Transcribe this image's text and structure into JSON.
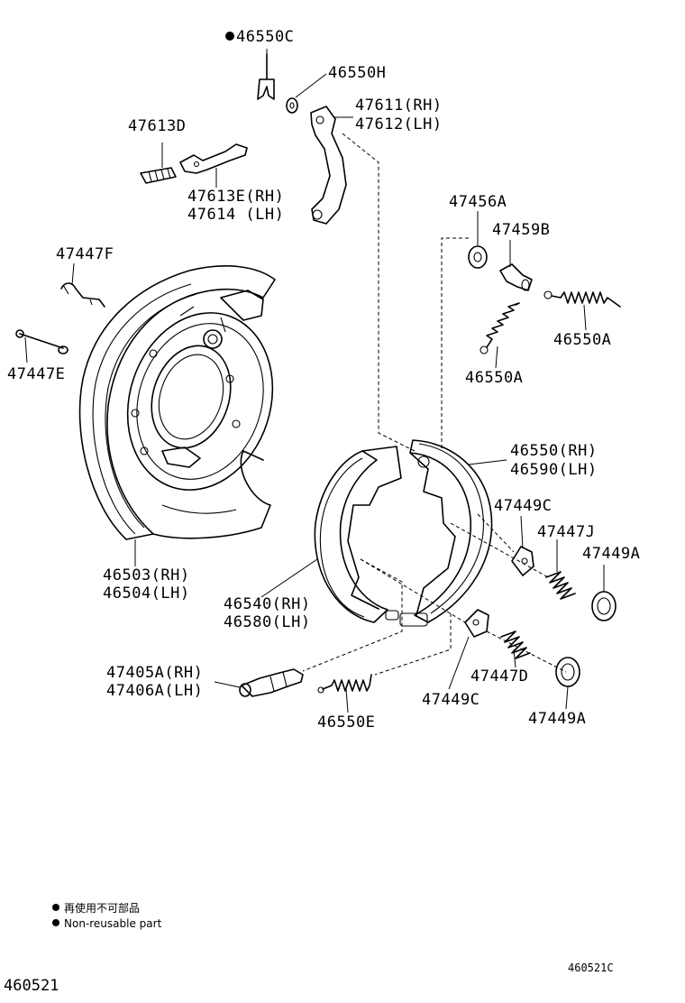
{
  "parts": {
    "p46550C": "46550C",
    "p46550H": "46550H",
    "p47611": "47611(RH)",
    "p47612": "47612(LH)",
    "p47613D": "47613D",
    "p47613E": "47613E(RH)",
    "p47614": "47614 (LH)",
    "p47447F": "47447F",
    "p47447E": "47447E",
    "p47456A": "47456A",
    "p47459B": "47459B",
    "p46550A_1": "46550A",
    "p46550A_2": "46550A",
    "p46550": "46550(RH)",
    "p46590": "46590(LH)",
    "p47449C_1": "47449C",
    "p47447J": "47447J",
    "p47449A_1": "47449A",
    "p46503": "46503(RH)",
    "p46504": "46504(LH)",
    "p46540": "46540(RH)",
    "p46580": "46580(LH)",
    "p47405A": "47405A(RH)",
    "p47406A": "47406A(LH)",
    "p47447D": "47447D",
    "p47449C_2": "47449C",
    "p46550E": "46550E",
    "p47449A_2": "47449A"
  },
  "legend": {
    "line_cn": "再使用不可部品",
    "line_en": "Non-reusable part"
  },
  "footer": {
    "diagram_id": "460521",
    "ref_code": "460521C"
  }
}
